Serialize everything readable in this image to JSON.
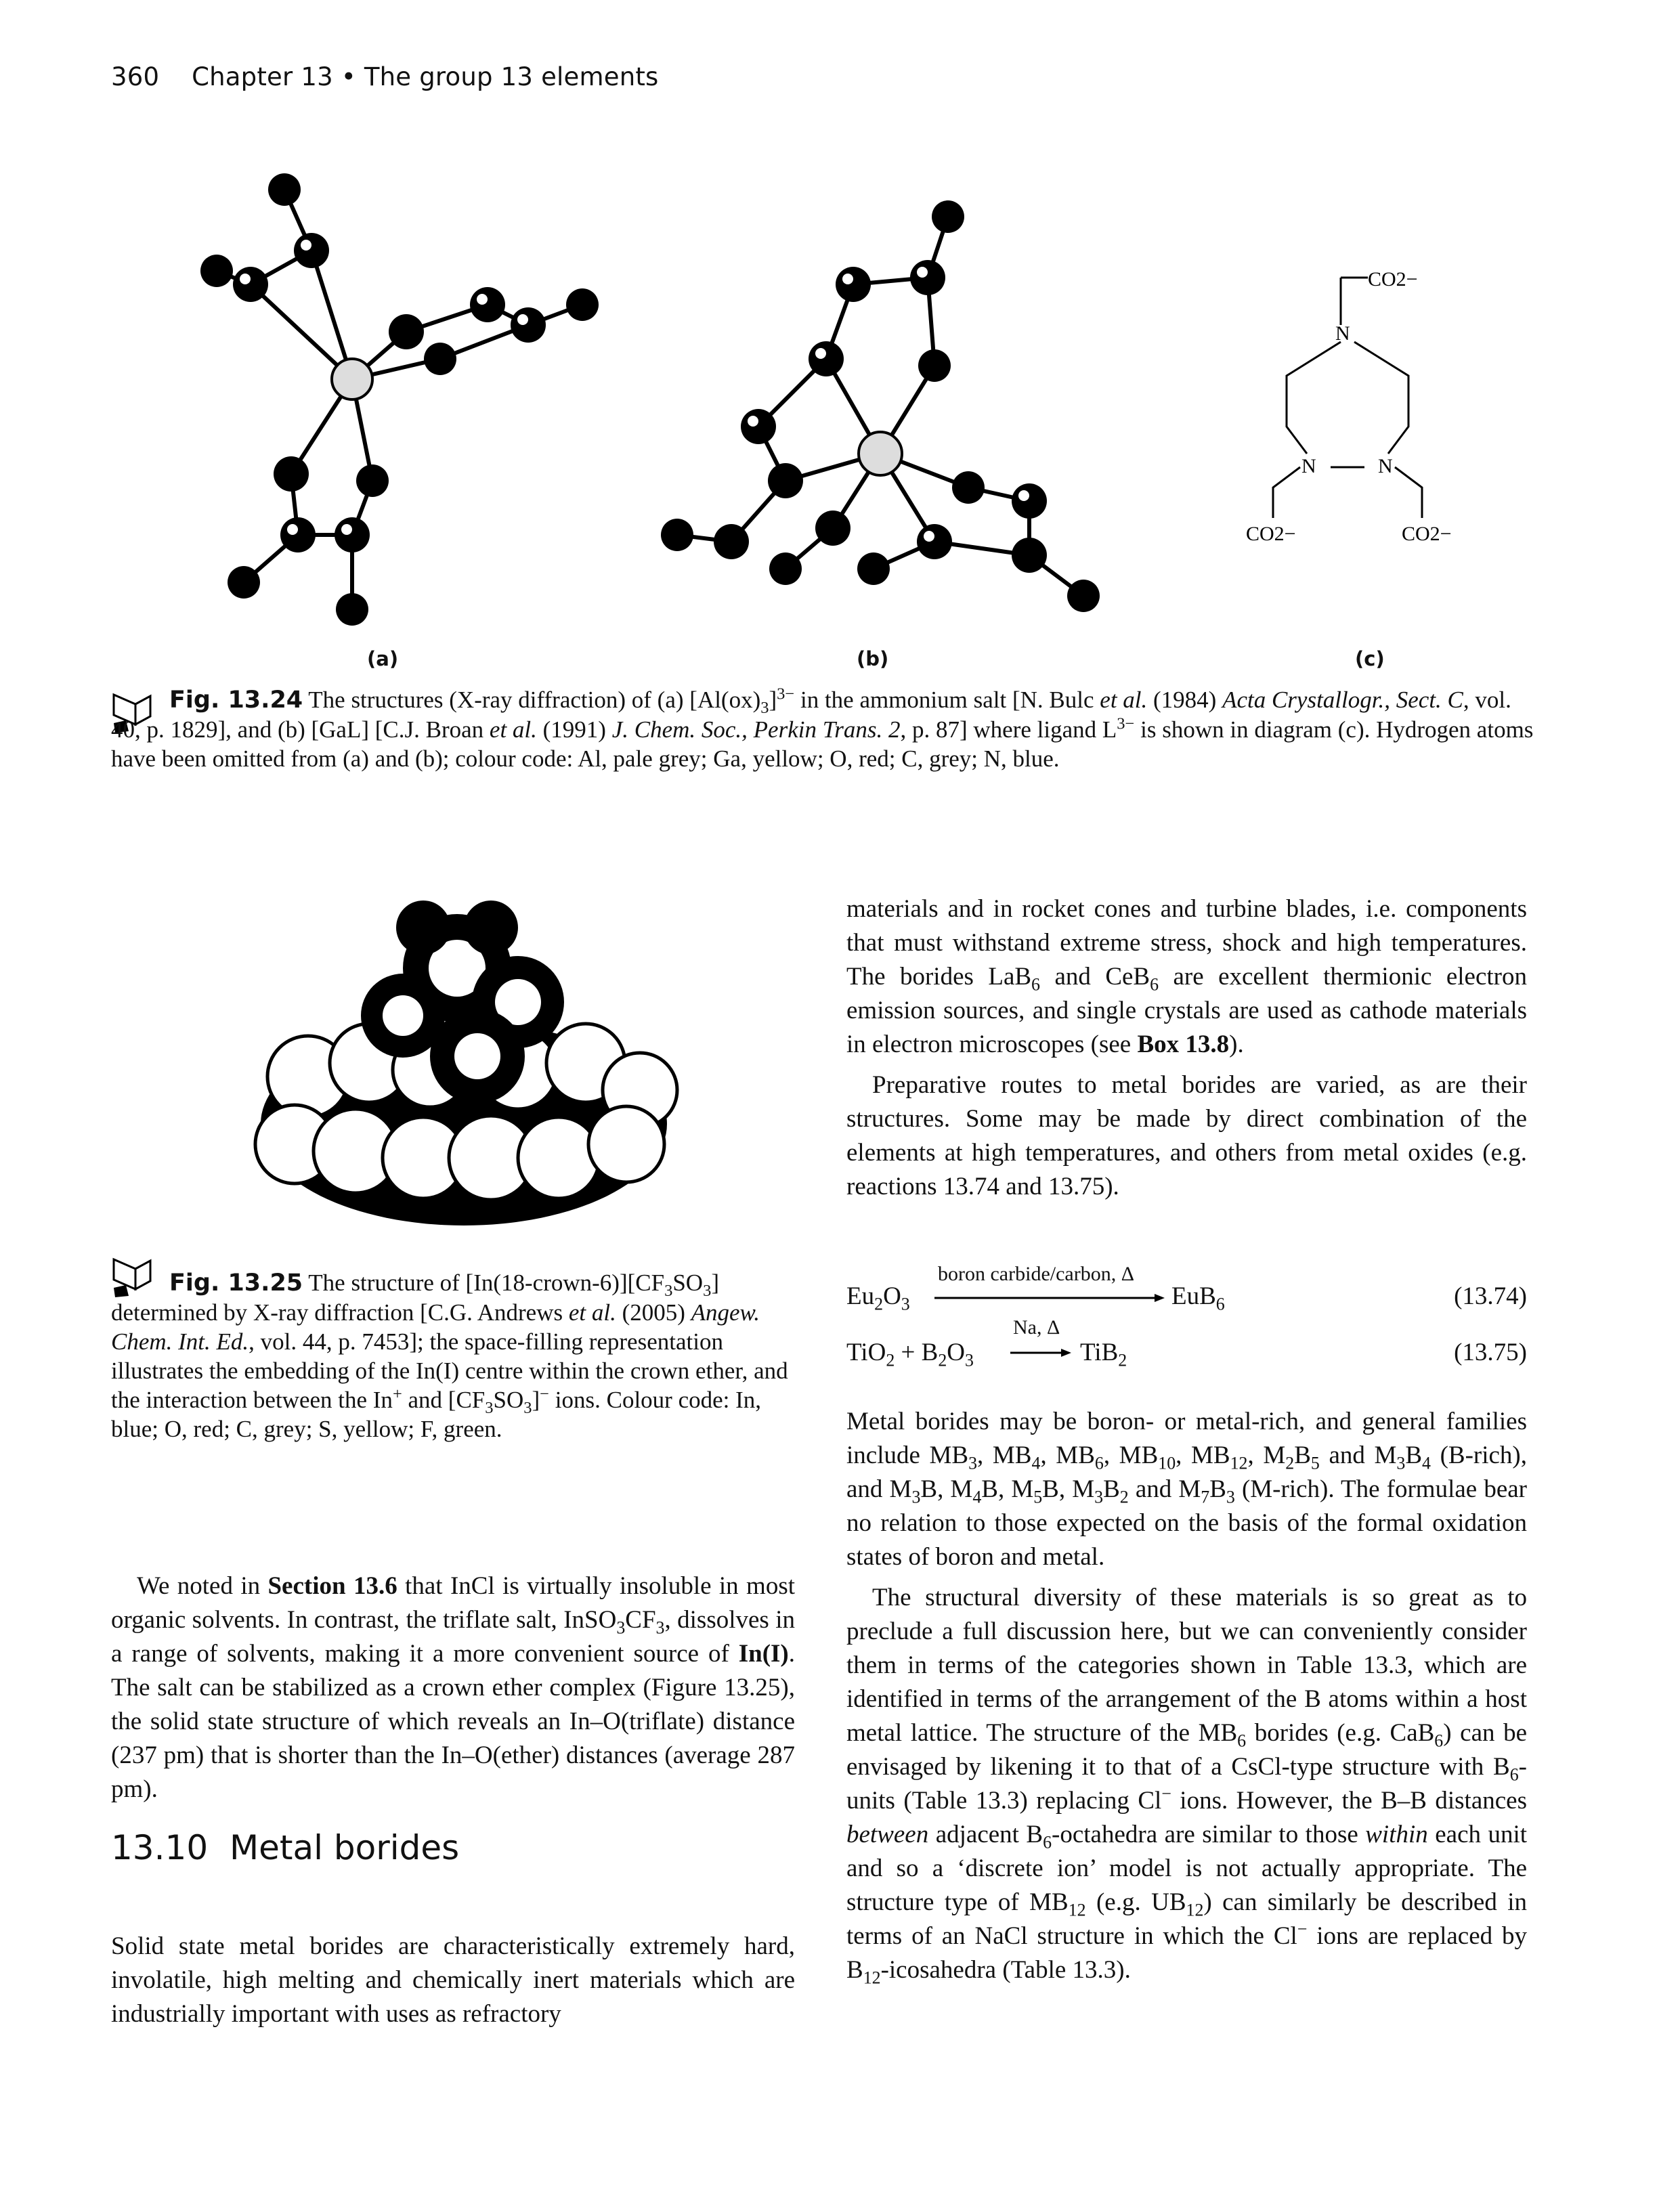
{
  "header": {
    "page_number": "360",
    "chapter": "Chapter 13",
    "separator": "•",
    "chapter_title": "The group 13 elements"
  },
  "fig_13_24": {
    "panel_labels": [
      "(a)",
      "(b)",
      "(c)"
    ],
    "diagram_c_labels": {
      "co2": "CO2−",
      "n": "N"
    },
    "number": "Fig. 13.24",
    "caption_html": " The structures (X-ray diffraction) of (a) [Al(ox)<sub>3</sub>]<sup>3−</sup> in the ammonium salt [N. Bulc <i>et al.</i> (1984) <i>Acta Crystallogr., Sect. C</i>, vol. 40, p. 1829], and (b) [GaL] [C.J. Broan <i>et al.</i> (1991) <i>J. Chem. Soc., Perkin Trans. 2</i>, p. 87] where ligand L<sup>3−</sup> is shown in diagram (c). Hydrogen atoms have been omitted from (a) and (b); colour code: Al, pale grey; Ga, yellow; O, red; C, grey; N, blue."
  },
  "fig_13_25": {
    "number": "Fig. 13.25",
    "caption_html": " The structure of [In(18-crown-6)][CF<sub>3</sub>SO<sub>3</sub>] determined by X-ray diffraction [C.G. Andrews <i>et al.</i> (2005) <i>Angew. Chem. Int. Ed.</i>, vol. 44, p. 7453]; the space-filling representation illustrates the embedding of the In(I) centre within the crown ether, and the interaction between the In<sup>+</sup> and [CF<sub>3</sub>SO<sub>3</sub>]<sup>−</sup> ions. Colour code: In, blue; O, red; C, grey; S, yellow; F, green."
  },
  "left_column": {
    "para1_html": "We noted in <b>Section 13.6</b> that InCl is virtually insoluble in most organic solvents. In contrast, the triflate salt, InSO<sub>3</sub>CF<sub>3</sub>, dissolves in a range of solvents, making it a more convenient source of <b>In(I)</b>. The salt can be stabilized as a crown ether complex (Figure 13.25), the solid state structure of which reveals an In–O(triflate) distance (237 pm) that is shorter than the In–O(ether) distances (average 287 pm).",
    "section_number": "13.10",
    "section_title": "Metal borides",
    "para2": "Solid state metal borides are characteristically extremely hard, involatile, high melting and chemically inert materials which are industrially important with uses as refractory"
  },
  "right_column": {
    "para1_html": "materials and in rocket cones and turbine blades, i.e. components that must withstand extreme stress, shock and high temperatures. The borides LaB<sub>6</sub> and CeB<sub>6</sub> are excellent thermionic electron emission sources, and single crystals are used as cathode materials in electron microscopes (see <b>Box 13.8</b>).",
    "para2": "Preparative routes to metal borides are varied, as are their structures. Some may be made by direct combination of the elements at high temperatures, and others from metal oxides (e.g. reactions 13.74 and 13.75).",
    "eq1": {
      "lhs_html": "Eu<sub>2</sub>O<sub>3</sub>",
      "condition": "boron carbide/carbon, Δ",
      "rhs_html": "EuB<sub>6</sub>",
      "number": "(13.74)"
    },
    "eq2": {
      "lhs_html": "TiO<sub>2</sub> + B<sub>2</sub>O<sub>3</sub>",
      "condition": "Na, Δ",
      "rhs_html": "TiB<sub>2</sub>",
      "number": "(13.75)"
    },
    "para3_html": "Metal borides may be boron- or metal-rich, and general families include MB<sub>3</sub>, MB<sub>4</sub>, MB<sub>6</sub>, MB<sub>10</sub>, MB<sub>12</sub>, M<sub>2</sub>B<sub>5</sub> and M<sub>3</sub>B<sub>4</sub> (B-rich), and M<sub>3</sub>B, M<sub>4</sub>B, M<sub>5</sub>B, M<sub>3</sub>B<sub>2</sub> and M<sub>7</sub>B<sub>3</sub> (M-rich). The formulae bear no relation to those expected on the basis of the formal oxidation states of boron and metal.",
    "para4_html": "The structural diversity of these materials is so great as to preclude a full discussion here, but we can conveniently consider them in terms of the categories shown in Table 13.3, which are identified in terms of the arrangement of the B atoms within a host metal lattice. The structure of the MB<sub>6</sub> borides (e.g. CaB<sub>6</sub>) can be envisaged by likening it to that of a CsCl-type structure with B<sub>6</sub>-units (Table 13.3) replacing Cl<sup>−</sup> ions. However, the B–B distances <i>between</i> adjacent B<sub>6</sub>-octahedra are similar to those <i>within</i> each unit and so a ‘discrete ion’ model is not actually appropriate. The structure type of MB<sub>12</sub> (e.g. UB<sub>12</sub>) can similarly be described in terms of an NaCl structure in which the Cl<sup>−</sup> ions are replaced by B<sub>12</sub>-icosahedra (Table 13.3)."
  }
}
